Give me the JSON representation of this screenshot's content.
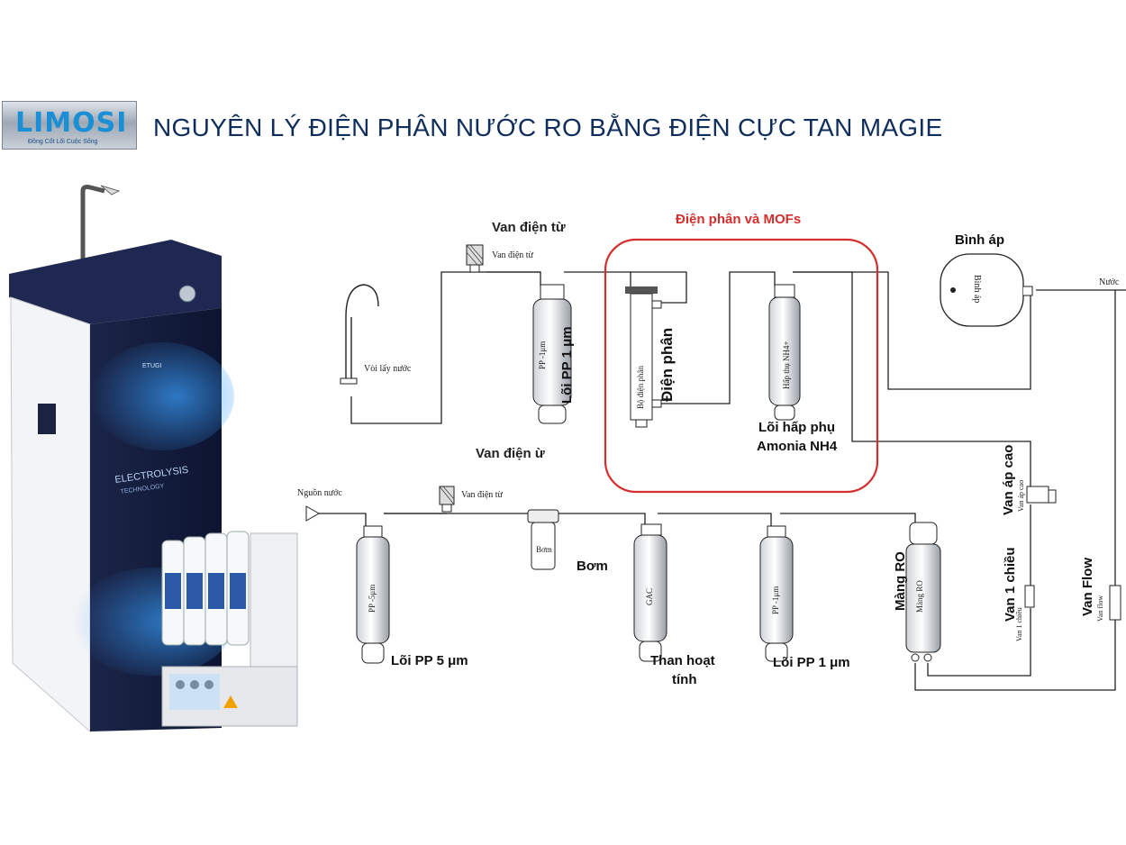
{
  "header": {
    "logo_text": "LIMOSI",
    "logo_tagline": "Đồng Cốt Lõi Cuộc Sống",
    "title": "NGUYÊN LÝ ĐIỆN PHÂN NƯỚC RO BẰNG ĐIỆN CỰC TAN MAGIE"
  },
  "product": {
    "brand_mark": "ETUGI",
    "panel_text": "ELECTROLYSIS",
    "panel_subtext": "TECHNOLOGY"
  },
  "diagram": {
    "group_label": "Điện phân và MOFs",
    "group_color": "#d32f2f",
    "labels": {
      "van_dien_tu_top": "Van điện từ",
      "van_dien_tu_top_small": "Van điện từ",
      "van_dien_u": "Van điện ừ",
      "voi_lay_nuoc": "Vòi lấy nước",
      "pp1_top_label": "Lõi PP 1 μm",
      "pp1_top_inner": "PP -1μm",
      "dien_phan_label": "Điện phân",
      "bo_dien_phan": "Bộ điện phân",
      "hap_thu_inner": "Hấp thụ NH4+",
      "loi_hap_phu_1": "Lõi hấp phụ",
      "loi_hap_phu_2": "Amonia NH4",
      "binh_ap_label": "Bình áp",
      "binh_ap_inner": "Bình áp",
      "nuoc": "Nước",
      "nguon_nuoc": "Nguồn nước",
      "van_dien_tu_bottom_small": "Van điện từ",
      "bom_inner": "Bơm",
      "bom_label": "Bơm",
      "pp5_inner": "PP -5μm",
      "pp5_label": "Lõi PP 5 μm",
      "gac_inner": "GAC",
      "than_hoat_1": "Than hoạt",
      "than_hoat_2": "tính",
      "pp1_bottom_inner": "PP -1μm",
      "pp1_bottom_label": "Lõi PP 1 μm",
      "mang_ro_label": "Màng RO",
      "mang_ro_inner": "Màng RO",
      "van_ap_cao": "Van áp cao",
      "van_ap_cao_small": "Van áp cao",
      "van_1_chieu": "Van 1 chiều",
      "van_1_chieu_small": "Van 1 chiều",
      "van_flow": "Van Flow",
      "van_flow_small": "Van flow"
    }
  }
}
